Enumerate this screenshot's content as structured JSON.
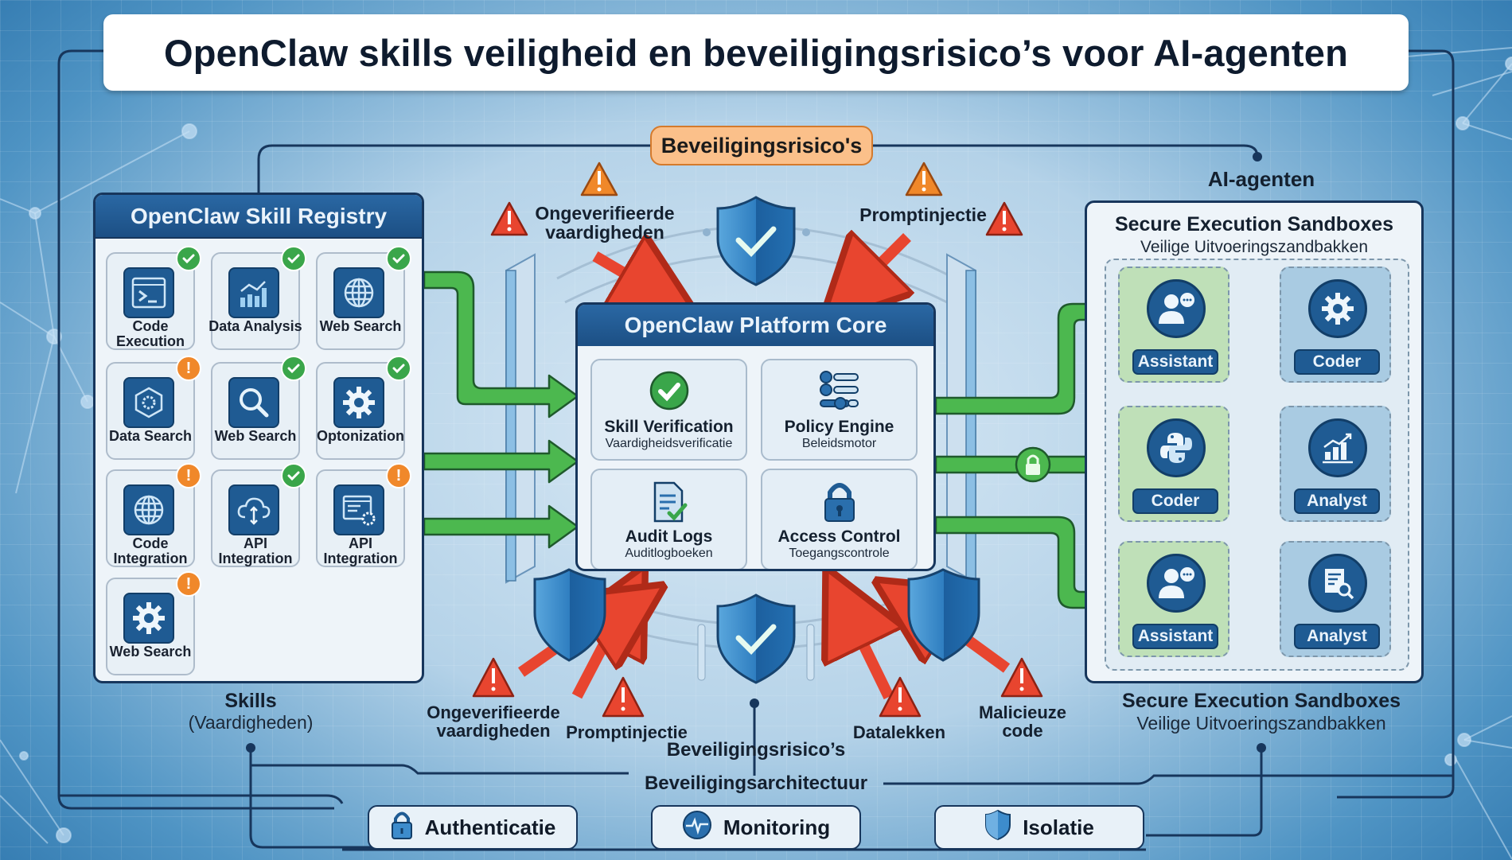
{
  "title": "OpenClaw skills veiligheid en beveiligingsrisico’s voor AI-agenten",
  "top_risk_label": "Beveiligingsrisico's",
  "top_risks": [
    {
      "label_line1": "Ongeverifieerde",
      "label_line2": "vaardigheden"
    },
    {
      "label_line1": "Promptinjectie",
      "label_line2": ""
    }
  ],
  "registry": {
    "title": "OpenClaw Skill Registry",
    "skills": [
      {
        "name": "Code Execution",
        "icon": "terminal-icon",
        "status": "verified"
      },
      {
        "name": "Data Analysis",
        "icon": "chart-icon",
        "status": "verified"
      },
      {
        "name": "Web Search",
        "icon": "globe-icon",
        "status": "verified"
      },
      {
        "name": "Data Search",
        "icon": "hexagon-gear-icon",
        "status": "warning"
      },
      {
        "name": "Web Search",
        "icon": "magnifier-icon",
        "status": "verified"
      },
      {
        "name": "Optonization",
        "icon": "gear-icon",
        "status": "verified"
      },
      {
        "name": "Code Integration",
        "icon": "globe-icon",
        "status": "warning"
      },
      {
        "name": "API Integration",
        "icon": "cloud-sync-icon",
        "status": "verified"
      },
      {
        "name": "API Integration",
        "icon": "window-gear-icon",
        "status": "warning"
      },
      {
        "name": "Web Search",
        "icon": "gear-icon",
        "status": "warning"
      }
    ],
    "caption_title": "Skills",
    "caption_sub": "(Vaardigheden)"
  },
  "core": {
    "title": "OpenClaw Platform Core",
    "modules": [
      {
        "title": "Skill Verification",
        "sub": "Vaardigheidsverificatie",
        "icon": "check-circle-icon"
      },
      {
        "title": "Policy Engine",
        "sub": "Beleidsmotor",
        "icon": "sliders-icon"
      },
      {
        "title": "Audit Logs",
        "sub": "Auditlogboeken",
        "icon": "document-check-icon"
      },
      {
        "title": "Access Control",
        "sub": "Toegangscontrole",
        "icon": "padlock-icon"
      }
    ]
  },
  "agents": {
    "heading": "AI-agenten",
    "box_title": "Secure Execution Sandboxes",
    "box_sub": "Veilige Uitvoeringszandbakken",
    "items": [
      {
        "label": "Assistant",
        "icon": "user-chat-icon",
        "color": "green"
      },
      {
        "label": "Coder",
        "icon": "gear-icon",
        "color": "blue"
      },
      {
        "label": "Coder",
        "icon": "python-icon",
        "color": "green"
      },
      {
        "label": "Analyst",
        "icon": "growth-chart-icon",
        "color": "blue"
      },
      {
        "label": "Assistant",
        "icon": "user-chat-icon",
        "color": "green"
      },
      {
        "label": "Analyst",
        "icon": "report-search-icon",
        "color": "blue"
      }
    ],
    "caption_title": "Secure Execution Sandboxes",
    "caption_sub": "Veilige Uitvoeringszandbakken"
  },
  "bottom_risks": {
    "items": [
      {
        "line1": "Ongeverifieerde",
        "line2": "vaardigheden"
      },
      {
        "line1": "Promptinjectie",
        "line2": ""
      },
      {
        "line1": "Datalekken",
        "line2": ""
      },
      {
        "line1": "Malicieuze",
        "line2": "code"
      }
    ],
    "caption": "Beveiligingsrisico’s"
  },
  "architecture": {
    "label": "Beveiligingsarchitectuur",
    "pillars": [
      {
        "label": "Authenticatie",
        "icon": "padlock-icon"
      },
      {
        "label": "Monitoring",
        "icon": "heartbeat-icon"
      },
      {
        "label": "Isolatie",
        "icon": "shield-icon"
      }
    ]
  },
  "colors": {
    "navy": "#17365c",
    "header_blue": "#1f5b93",
    "flow_green": "#4cb84f",
    "risk_red": "#e8452f",
    "risk_orange": "#f0882a",
    "pill_orange": "#fbc08a"
  }
}
